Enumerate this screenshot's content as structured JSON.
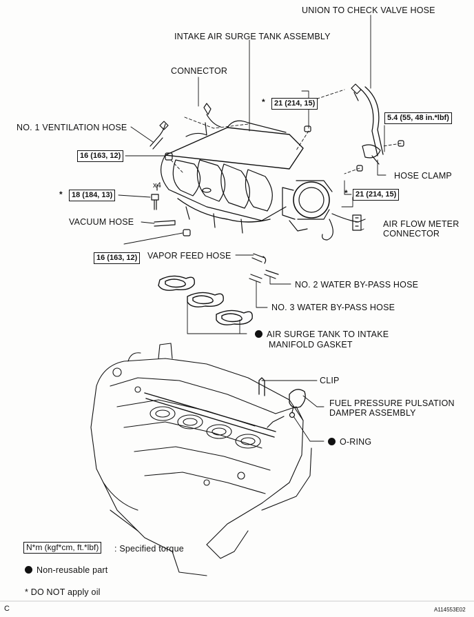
{
  "labels": {
    "union_hose": "UNION TO CHECK VALVE HOSE",
    "surge_tank": "INTAKE AIR SURGE TANK ASSEMBLY",
    "connector": "CONNECTOR",
    "ventilation_hose": "NO. 1 VENTILATION HOSE",
    "hose_clamp": "HOSE CLAMP",
    "vacuum_hose": "VACUUM HOSE",
    "air_flow_meter_1": "AIR FLOW METER",
    "air_flow_meter_2": "CONNECTOR",
    "vapor_feed_hose": "VAPOR FEED HOSE",
    "water_bypass_2": "NO. 2 WATER BY-PASS HOSE",
    "water_bypass_3": "NO. 3 WATER BY-PASS HOSE",
    "gasket_1": "AIR SURGE TANK TO INTAKE",
    "gasket_2": "MANIFOLD GASKET",
    "clip": "CLIP",
    "damper_1": "FUEL PRESSURE PULSATION",
    "damper_2": "DAMPER ASSEMBLY",
    "o_ring": "O-RING",
    "x4": "x4"
  },
  "torques": {
    "t21_top": "21 (214, 15)",
    "t54": "5.4 (55, 48 in.*lbf)",
    "t16_upper": "16 (163, 12)",
    "t18": "18 (184, 13)",
    "t21_mid": "21 (214, 15)",
    "t16_lower": "16 (163, 12)"
  },
  "star_mark": "*",
  "legend": {
    "torque_unit": "N*m (kgf*cm, ft.*lbf)",
    "torque_desc": ": Specified torque",
    "nonreusable": "Non-reusable part",
    "no_oil": "* DO NOT apply oil"
  },
  "footer": {
    "corner": "C",
    "figure_id": "A114553E02"
  },
  "colors": {
    "ink": "#111111",
    "paper": "#fdfdfc"
  }
}
